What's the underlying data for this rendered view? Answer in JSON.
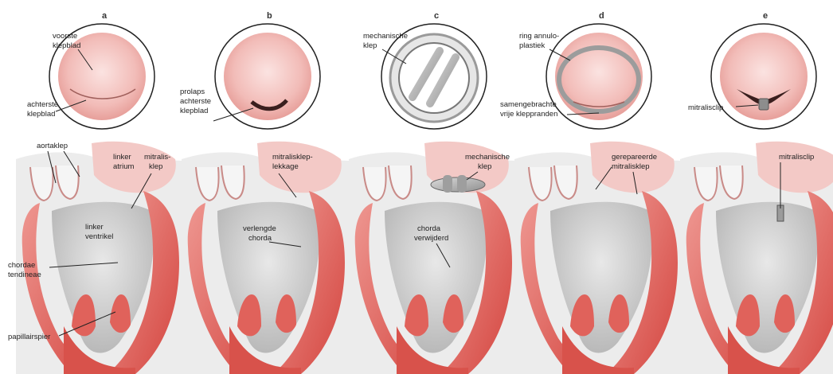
{
  "panels": [
    {
      "letter": "a",
      "top_labels": [
        "voorste",
        "klepblad",
        "achterste",
        "klepblad"
      ],
      "bottom_labels": [
        "aortaklep",
        "linker",
        "atrium",
        "mitralis-",
        "klep",
        "linker",
        "ventrikel",
        "chordae",
        "tendineae",
        "papillairspier"
      ]
    },
    {
      "letter": "b",
      "top_labels": [
        "prolaps",
        "achterste",
        "klepblad"
      ],
      "bottom_labels": [
        "mitralisklep-",
        "lekkage",
        "verlengde",
        "chorda"
      ]
    },
    {
      "letter": "c",
      "top_labels": [
        "mechanische",
        "klep"
      ],
      "bottom_labels": [
        "mechanische",
        "klep",
        "chorda",
        "verwijderd"
      ]
    },
    {
      "letter": "d",
      "top_labels": [
        "ring annulo-",
        "plastiek",
        "samengebrachte",
        "vrije kleppranden"
      ],
      "bottom_labels": [
        "gerepareerde",
        "mitralisklep"
      ]
    },
    {
      "letter": "e",
      "top_labels": [
        "mitralisclip"
      ],
      "bottom_labels": [
        "mitralisclip"
      ]
    }
  ],
  "colors": {
    "heart_muscle": "#d9534f",
    "heart_muscle_light": "#ec8f8a",
    "tissue_pink": "#f3c4c1",
    "chamber_gray": "#cfcfcf",
    "background_gray": "#e4e4e4",
    "metal": "#a9a9a9",
    "outline": "#222222"
  }
}
